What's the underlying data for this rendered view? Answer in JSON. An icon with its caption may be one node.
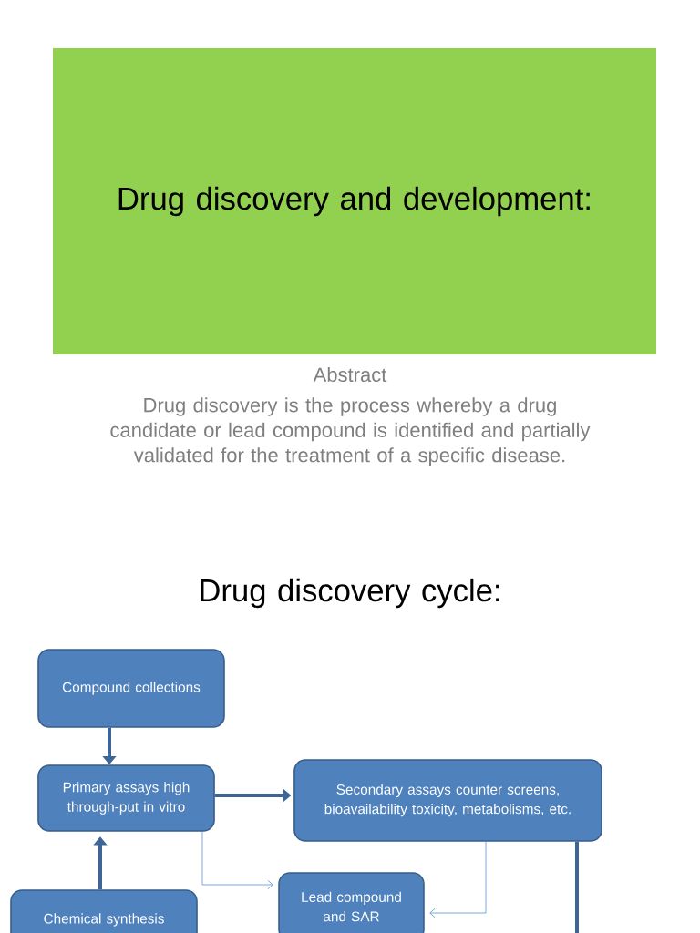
{
  "diagram": {
    "nodes": [
      {
        "text": [
          "Drug discovery and development:"
        ]
      },
      {
        "text": [
          "Compound collections"
        ]
      },
      {
        "text": [
          "Primary assays high through-put in vitro"
        ]
      },
      {
        "text": [
          "Secondary assays counter screens, bioavailability toxicity, metabolisms, etc."
        ]
      },
      {
        "text": [
          "Lead compound and SAR"
        ]
      },
      {
        "text": [
          "Chemical synthesis"
        ]
      }
    ],
    "edges": [
      {
        "from": 1,
        "to": 2,
        "arrow": "to"
      },
      {
        "from": 5,
        "to": 2,
        "arrow": "to"
      },
      {
        "from": 2,
        "to": 3,
        "arrow": "to"
      },
      {
        "from": 2,
        "to": 4,
        "arrow": "to",
        "color": "#5b8fd0"
      },
      {
        "from": 3,
        "to": 4,
        "arrow": "to",
        "color": "#5b8fd0"
      },
      {
        "from": 3,
        "to": null,
        "arrow": "none"
      }
    ],
    "labels": [
      "Abstract",
      "Drug discovery is the process whereby a drug candidate or lead compound is identified and partially validated for the treatment of a specific disease.",
      "Drug discovery cycle:"
    ]
  }
}
